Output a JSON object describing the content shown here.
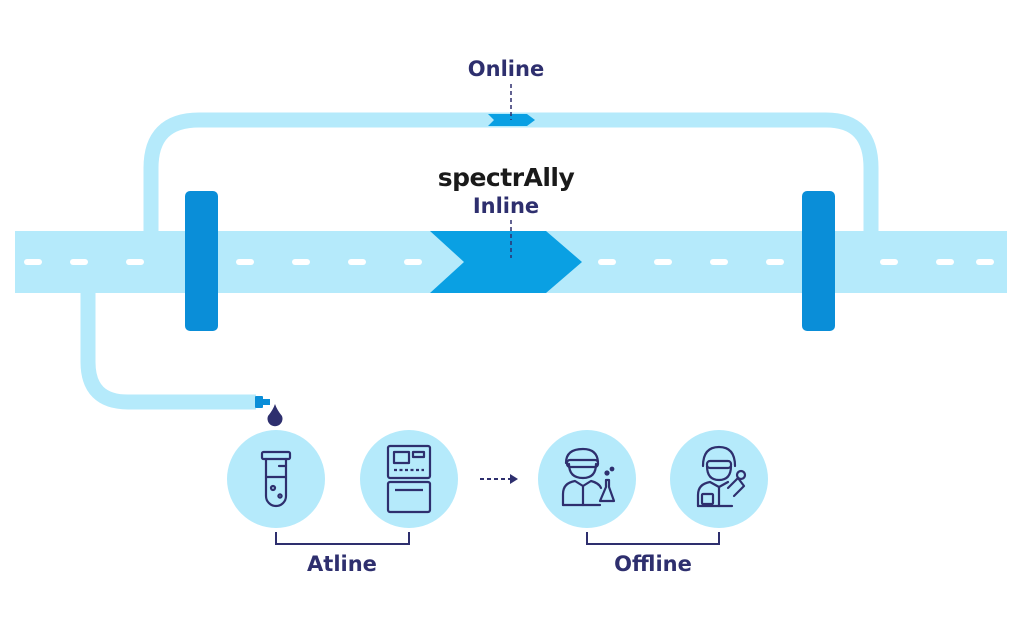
{
  "labels": {
    "online": "Online",
    "brand": "spectrAlly",
    "inline": "Inline",
    "atline": "Atline",
    "offline": "Offline"
  },
  "colors": {
    "pipe": "#b5eafb",
    "flange": "#0a8ed8",
    "arrow": "#0aa0e3",
    "icon_circle": "#b5eafb",
    "dark_label": "#2e2f6e",
    "dash": "#ffffff"
  },
  "icons": {
    "droplet": "droplet-icon",
    "test_tube": "test-tube-icon",
    "analyzer": "analyzer-machine-icon",
    "scientist_flask": "scientist-with-flask-icon",
    "scientist_sample": "scientist-with-sample-icon"
  }
}
